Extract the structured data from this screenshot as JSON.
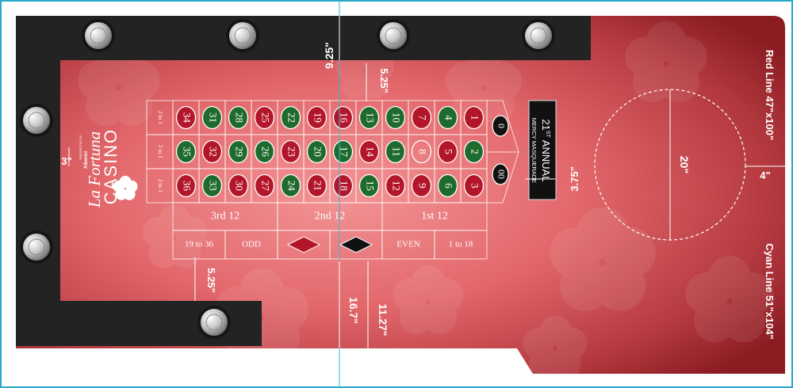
{
  "colors": {
    "felt_center": "#f0888b",
    "felt_edge": "#8e1c22",
    "bumper": "#232323",
    "chip_red": "#b3162a",
    "chip_green": "#1f6b2e",
    "line": "#ffffff",
    "guide_cyan": "#35b9d6",
    "frame": "#28a8c9"
  },
  "brand": {
    "script": "La Fortuna",
    "word": "CASINO",
    "presented_by": "PRESENTED BY",
    "sponsor": "Alberici"
  },
  "event": {
    "line1_number": "21",
    "line1_suffix": "ST",
    "line1_word": "ANNUAL",
    "line2": "MERCY MASQUERADE"
  },
  "table": {
    "top_row": [
      "34",
      "31",
      "28",
      "25",
      "22",
      "19",
      "16",
      "13",
      "10",
      "7",
      "4",
      "1"
    ],
    "middle_row": [
      "35",
      "32",
      "29",
      "26",
      "23",
      "20",
      "17",
      "14",
      "11",
      "8",
      "5",
      "2"
    ],
    "bottom_row": [
      "36",
      "33",
      "30",
      "27",
      "24",
      "21",
      "18",
      "15",
      "12",
      "9",
      "6",
      "3"
    ],
    "colors": {
      "top_row": [
        "red",
        "green",
        "green",
        "red",
        "green",
        "red",
        "red",
        "green",
        "green",
        "red",
        "green",
        "red"
      ],
      "middle_row": [
        "green",
        "red",
        "green",
        "green",
        "red",
        "green",
        "green",
        "red",
        "green",
        "empty",
        "red",
        "green"
      ],
      "bottom_row": [
        "red",
        "green",
        "red",
        "red",
        "green",
        "red",
        "red",
        "green",
        "red",
        "red",
        "green",
        "red"
      ]
    },
    "column_bets": [
      "2 to 1",
      "2 to 1",
      "2 to 1"
    ],
    "zeros": [
      "0",
      "00"
    ],
    "dozens": [
      "3rd 12",
      "2nd 12",
      "1st 12"
    ],
    "outside": [
      "19 to 36",
      "ODD",
      "EVEN",
      "1 to 18"
    ]
  },
  "dimensions": {
    "top_gap": "9.25\"",
    "inner_top": "5.25\"",
    "left_gap": "3\"",
    "event_gap": "3.75\"",
    "circle": "20\"",
    "right_gap": "4\"",
    "bottom_left": "5.25\"",
    "center_height": "16.7\"",
    "bottom_right": "11.27\""
  },
  "side_labels": {
    "red_line": "Red Line 47\"x100\"",
    "cyan_line": "Cyan Line 51\"x104\""
  },
  "icons": {
    "bolt": "bolt-icon",
    "flower": "hibiscus-icon",
    "diamond_red": "red-diamond-icon",
    "diamond_black": "black-diamond-icon"
  }
}
